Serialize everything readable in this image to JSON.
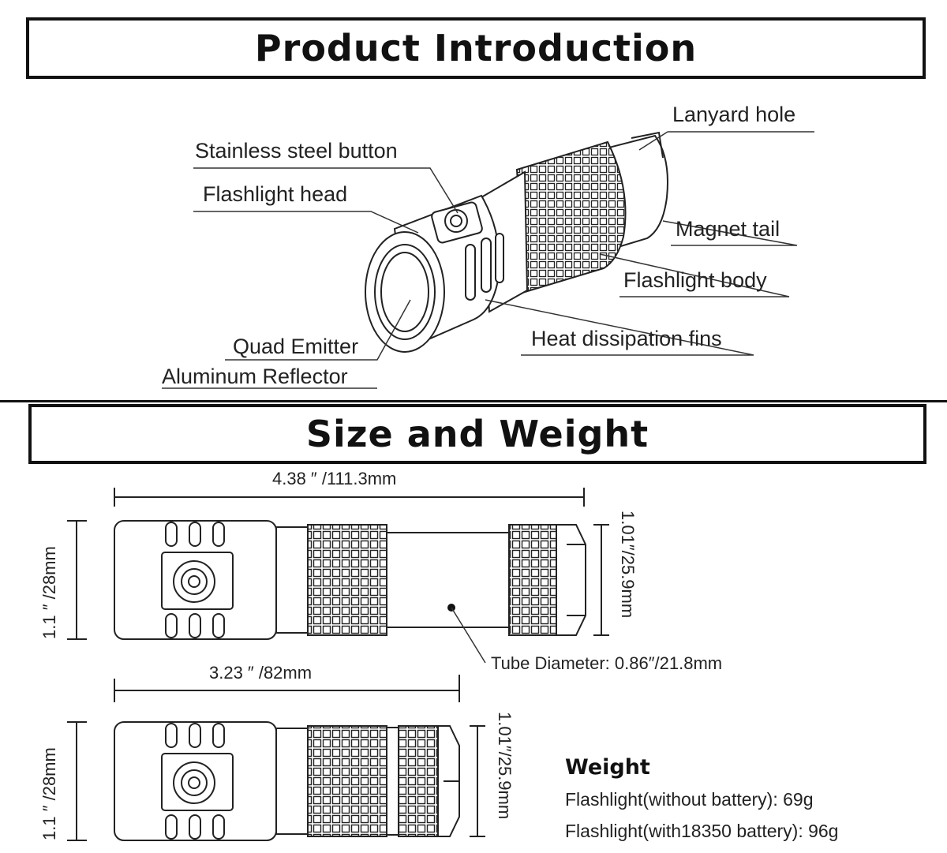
{
  "sections": {
    "intro_title": "Product Introduction",
    "size_title": "Size and Weight"
  },
  "callouts": {
    "lanyard_hole": "Lanyard hole",
    "stainless_steel_button": "Stainless steel button",
    "flashlight_head": "Flashlight head",
    "magnet_tail": "Magnet tail",
    "flashlight_body": "Flashlight body",
    "heat_fins": "Heat dissipation fins",
    "quad_emitter": "Quad Emitter",
    "aluminum_reflector": "Aluminum Reflector"
  },
  "dimensions": {
    "long_length": "4.38 ″ /111.3mm",
    "long_head_dia": "1.1 ″ /28mm",
    "long_tail_dia": "1.01″/25.9mm",
    "tube_diameter": "Tube Diameter: 0.86″/21.8mm",
    "short_length": "3.23 ″ /82mm",
    "short_head_dia": "1.1 ″ /28mm",
    "short_tail_dia": "1.01″/25.9mm"
  },
  "weight": {
    "title": "Weight",
    "without_battery": "Flashlight(without battery): 69g",
    "with_battery": "Flashlight(with18350 battery): 96g"
  },
  "colors": {
    "ink": "#111111",
    "line": "#333333",
    "background": "#ffffff"
  }
}
